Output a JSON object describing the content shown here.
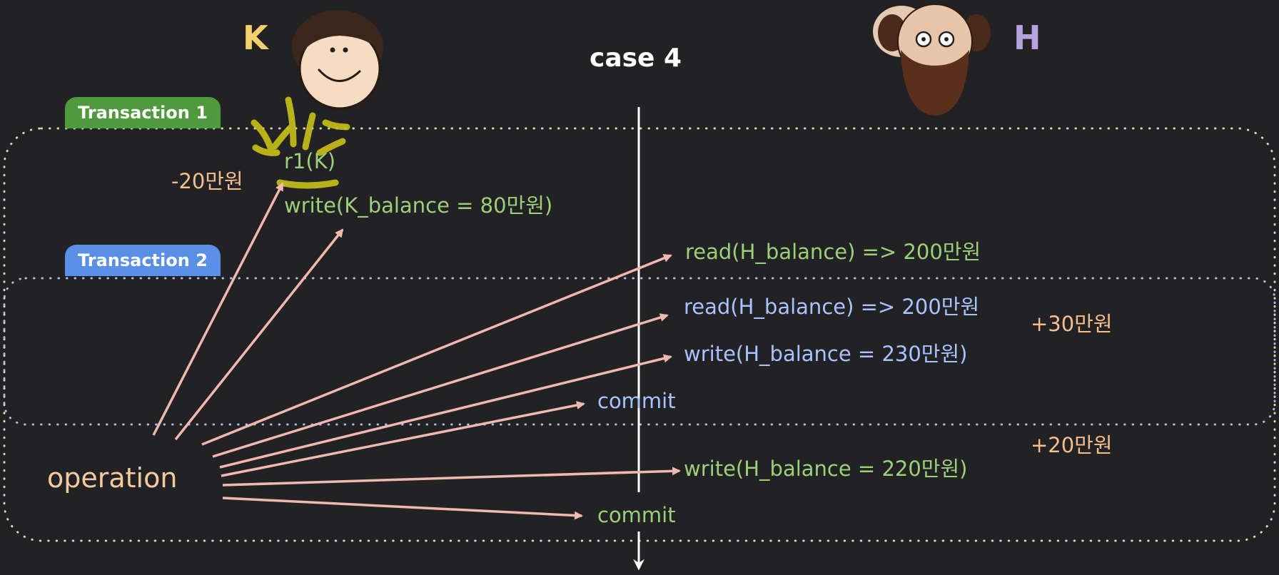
{
  "title": "case 4",
  "people": {
    "k": {
      "initial": "K",
      "avatar": "cartoon-man-avatar"
    },
    "h": {
      "initial": "H",
      "avatar": "bearded-man-avatar"
    }
  },
  "transactions": [
    {
      "label": "Transaction 1",
      "color": "#4f9a3c"
    },
    {
      "label": "Transaction 2",
      "color": "#5a8fe8"
    }
  ],
  "operations": {
    "r1": "r1(K)",
    "write_k": "write(K_balance = 80만원)",
    "read_h_1": "read(H_balance) => 200만원",
    "read_h_2": "read(H_balance) => 200만원",
    "write_h_230": "write(H_balance = 230만원)",
    "commit_t2": "commit",
    "write_h_220": "write(H_balance = 220만원)",
    "commit_t1": "commit"
  },
  "deltas": {
    "k_minus": "-20만원",
    "h_plus_30": "+30만원",
    "h_plus_20": "+20만원"
  },
  "operation_label": "operation",
  "colors": {
    "background": "#222123",
    "t1_text": "#9bd07a",
    "t2_text": "#a8c3ff",
    "arrow": "#f0b8b0",
    "highlight": "#c9c21a",
    "k_initial": "#f5cf6b",
    "h_initial": "#b9a3df"
  }
}
